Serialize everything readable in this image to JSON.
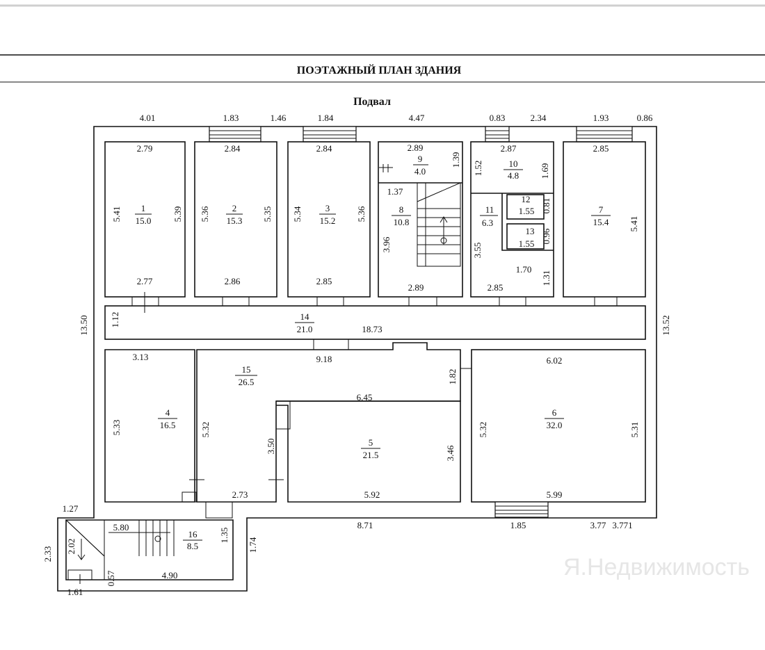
{
  "header": {
    "title": "ПОЭТАЖНЫЙ ПЛАН ЗДАНИЯ",
    "floor": "Подвал"
  },
  "top_dims": [
    "4.01",
    "1.83",
    "1.46",
    "1.84",
    "4.47",
    "0.83",
    "2.34",
    "1.93",
    "0.86"
  ],
  "side_dims": {
    "left": "13.50",
    "right": "13.52"
  },
  "rooms": [
    {
      "id": "1",
      "area": "15.0"
    },
    {
      "id": "2",
      "area": "15.3"
    },
    {
      "id": "3",
      "area": "15.2"
    },
    {
      "id": "4",
      "area": "16.5"
    },
    {
      "id": "5",
      "area": "21.5"
    },
    {
      "id": "6",
      "area": "32.0"
    },
    {
      "id": "7",
      "area": "15.4"
    },
    {
      "id": "8",
      "area": "10.8"
    },
    {
      "id": "9",
      "area": "4.0"
    },
    {
      "id": "10",
      "area": "4.8"
    },
    {
      "id": "11",
      "area": "6.3"
    },
    {
      "id": "12",
      "area": "1.55"
    },
    {
      "id": "13",
      "area": "1.55"
    },
    {
      "id": "14",
      "area": "21.0"
    },
    {
      "id": "15",
      "area": "26.5"
    },
    {
      "id": "16",
      "area": "8.5"
    }
  ],
  "room_dims": {
    "r1": [
      "2.79",
      "5.41",
      "5.39",
      "2.77"
    ],
    "r2": [
      "2.84",
      "5.36",
      "5.35",
      "2.86"
    ],
    "r3": [
      "2.84",
      "5.34",
      "5.36",
      "2.85"
    ],
    "r9": [
      "2.89",
      "1.39"
    ],
    "r8": [
      "1.37",
      "3.96",
      "2.89"
    ],
    "r10": [
      "2.87",
      "1.52",
      "1.69"
    ],
    "r12": [
      "0.81"
    ],
    "r13": [
      "0.96"
    ],
    "r11": [
      "3.55",
      "1.70",
      "1.31",
      "2.85"
    ],
    "r7": [
      "2.85",
      "5.41"
    ],
    "r14": [
      "1.12",
      "18.73"
    ],
    "r4": [
      "3.13",
      "5.33"
    ],
    "r15": [
      "9.18",
      "1.82",
      "5.32",
      "6.45"
    ],
    "r5": [
      "3.50",
      "3.46",
      "2.73",
      "5.92"
    ],
    "r6": [
      "6.02",
      "5.32",
      "5.31",
      "5.99"
    ],
    "bottom": [
      "1.27",
      "5.80",
      "1.35",
      "1.74",
      "8.71",
      "1.85",
      "3.77",
      "3.771"
    ],
    "r16": [
      "2.33",
      "2.02",
      "0.57",
      "4.90",
      "1.61"
    ]
  }
}
